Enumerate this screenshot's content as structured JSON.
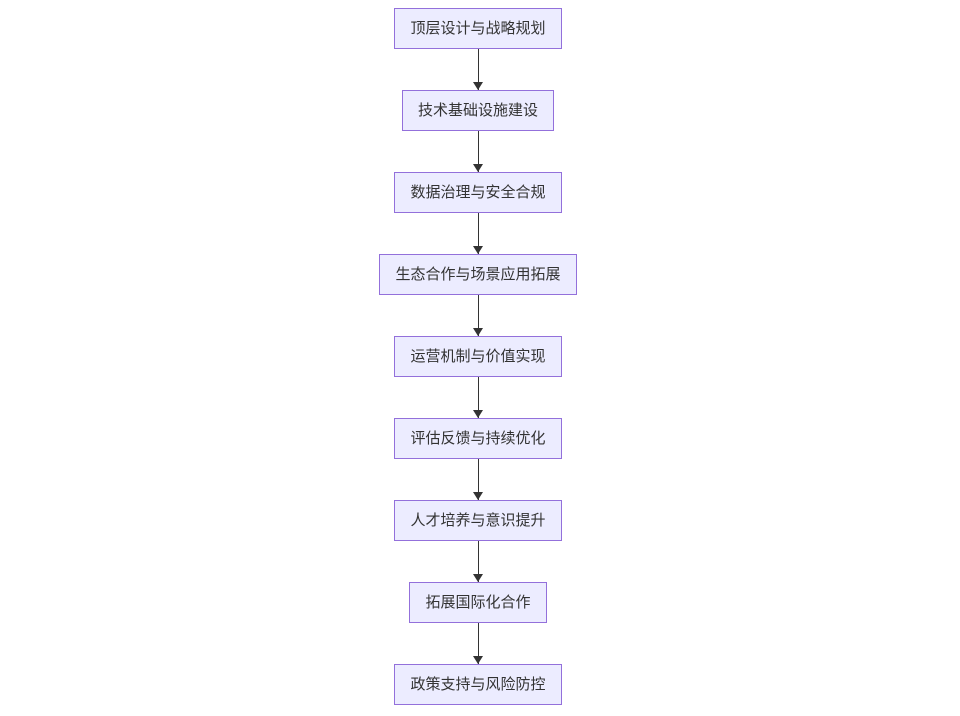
{
  "diagram": {
    "type": "flowchart-vertical",
    "direction": "top-down",
    "colors": {
      "background": "#FFFFFF",
      "node_fill": "#ECECFF",
      "node_border": "#9370DB",
      "node_text": "#333333",
      "arrow": "#333333"
    },
    "nodes": [
      {
        "id": "n1",
        "label": "顶层设计与战略规划"
      },
      {
        "id": "n2",
        "label": "技术基础设施建设"
      },
      {
        "id": "n3",
        "label": "数据治理与安全合规"
      },
      {
        "id": "n4",
        "label": "生态合作与场景应用拓展"
      },
      {
        "id": "n5",
        "label": "运营机制与价值实现"
      },
      {
        "id": "n6",
        "label": "评估反馈与持续优化"
      },
      {
        "id": "n7",
        "label": "人才培养与意识提升"
      },
      {
        "id": "n8",
        "label": "拓展国际化合作"
      },
      {
        "id": "n9",
        "label": "政策支持与风险防控"
      }
    ],
    "edges": [
      {
        "from": "n1",
        "to": "n2",
        "style": "solid",
        "arrowhead": "filled-triangle"
      },
      {
        "from": "n2",
        "to": "n3",
        "style": "solid",
        "arrowhead": "filled-triangle"
      },
      {
        "from": "n3",
        "to": "n4",
        "style": "solid",
        "arrowhead": "filled-triangle"
      },
      {
        "from": "n4",
        "to": "n5",
        "style": "solid",
        "arrowhead": "filled-triangle"
      },
      {
        "from": "n5",
        "to": "n6",
        "style": "solid",
        "arrowhead": "filled-triangle"
      },
      {
        "from": "n6",
        "to": "n7",
        "style": "solid",
        "arrowhead": "filled-triangle"
      },
      {
        "from": "n7",
        "to": "n8",
        "style": "solid",
        "arrowhead": "filled-triangle"
      },
      {
        "from": "n8",
        "to": "n9",
        "style": "solid",
        "arrowhead": "filled-triangle"
      }
    ]
  }
}
